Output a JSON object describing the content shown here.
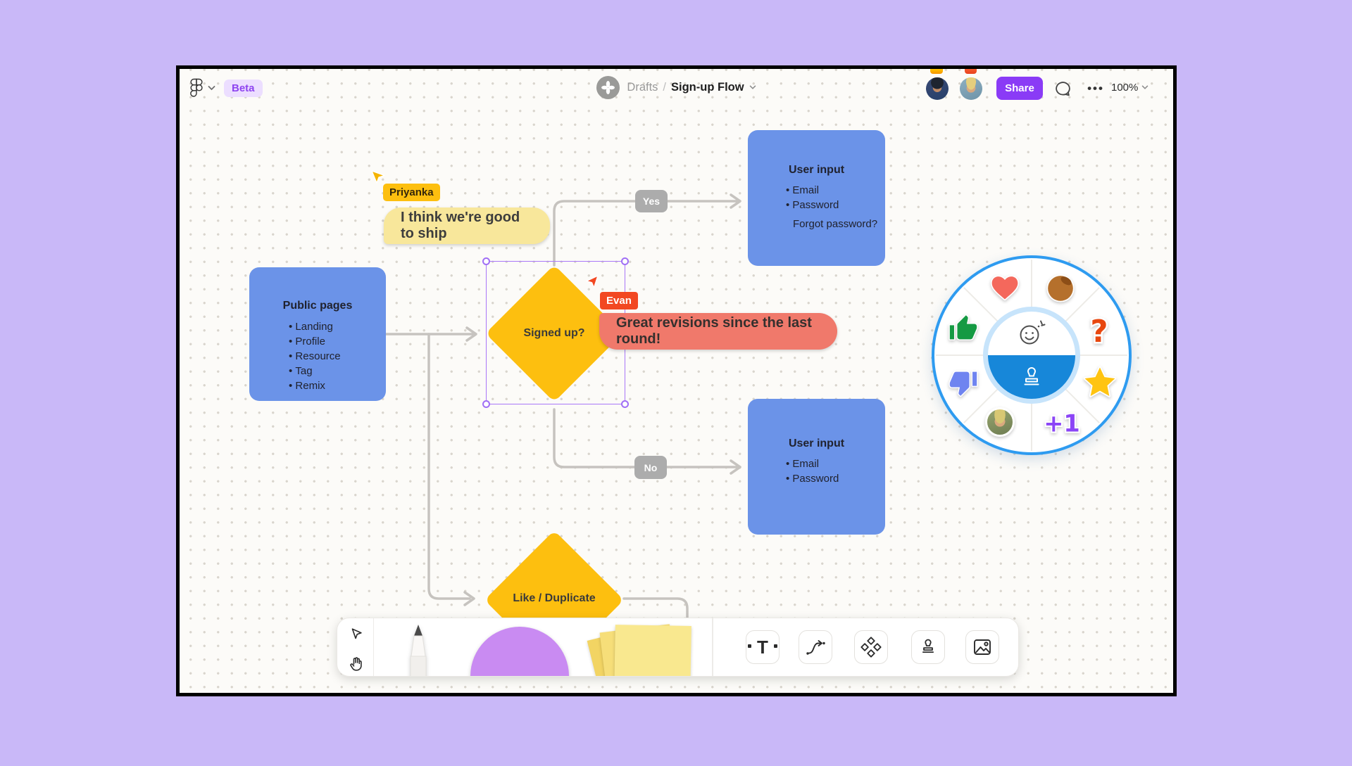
{
  "topbar": {
    "beta_label": "Beta",
    "breadcrumb": {
      "folder": "Drafts",
      "separator": "/",
      "file": "Sign-up Flow"
    },
    "share_label": "Share",
    "more_label": "•••",
    "zoom_level": "100%"
  },
  "flow": {
    "public_pages": {
      "title": "Public pages",
      "items": [
        "Landing",
        "Profile",
        "Resource",
        "Tag",
        "Remix"
      ]
    },
    "signed_up": {
      "label": "Signed up?"
    },
    "yes_label": "Yes",
    "no_label": "No",
    "user_input_top": {
      "title": "User input",
      "items": [
        "Email",
        "Password"
      ],
      "extra": "Forgot password?"
    },
    "user_input_bottom": {
      "title": "User input",
      "items": [
        "Email",
        "Password"
      ]
    },
    "like_duplicate": {
      "label": "Like / Duplicate"
    }
  },
  "comments": {
    "priyanka": {
      "name": "Priyanka",
      "message": "I think we're good to ship"
    },
    "evan": {
      "name": "Evan",
      "message": "Great revisions since the last round!"
    }
  },
  "reaction_wheel": {
    "stickers": [
      "heart",
      "cookie",
      "thumbs-up",
      "question-mark",
      "thumbs-down",
      "star",
      "avatar-stamp",
      "plus-one"
    ],
    "plus_one_label": "+1",
    "question_label": "?"
  },
  "toolbar": {
    "tools": [
      "select",
      "hand",
      "marker",
      "shape",
      "sticky-note",
      "text",
      "connector",
      "sections",
      "stamp",
      "image"
    ],
    "text_tool_glyph": "T"
  },
  "colors": {
    "desktop_background": "#C9B8F8",
    "canvas": "#FCFBF8",
    "node_blue": "#6B93E8",
    "node_yellow": "#FDBF0F",
    "sticky_bubble_yellow": "#F8E79B",
    "comment_salmon": "#F0796B",
    "evan_red": "#F24822",
    "share_purple": "#8A3BF6",
    "beta_purple": "#8E44F0",
    "selection_purple": "#A977F8",
    "connector_gray": "#C6C3BF",
    "wheel_blue": "#2E9BF0",
    "hub_blue": "#1787D9"
  }
}
